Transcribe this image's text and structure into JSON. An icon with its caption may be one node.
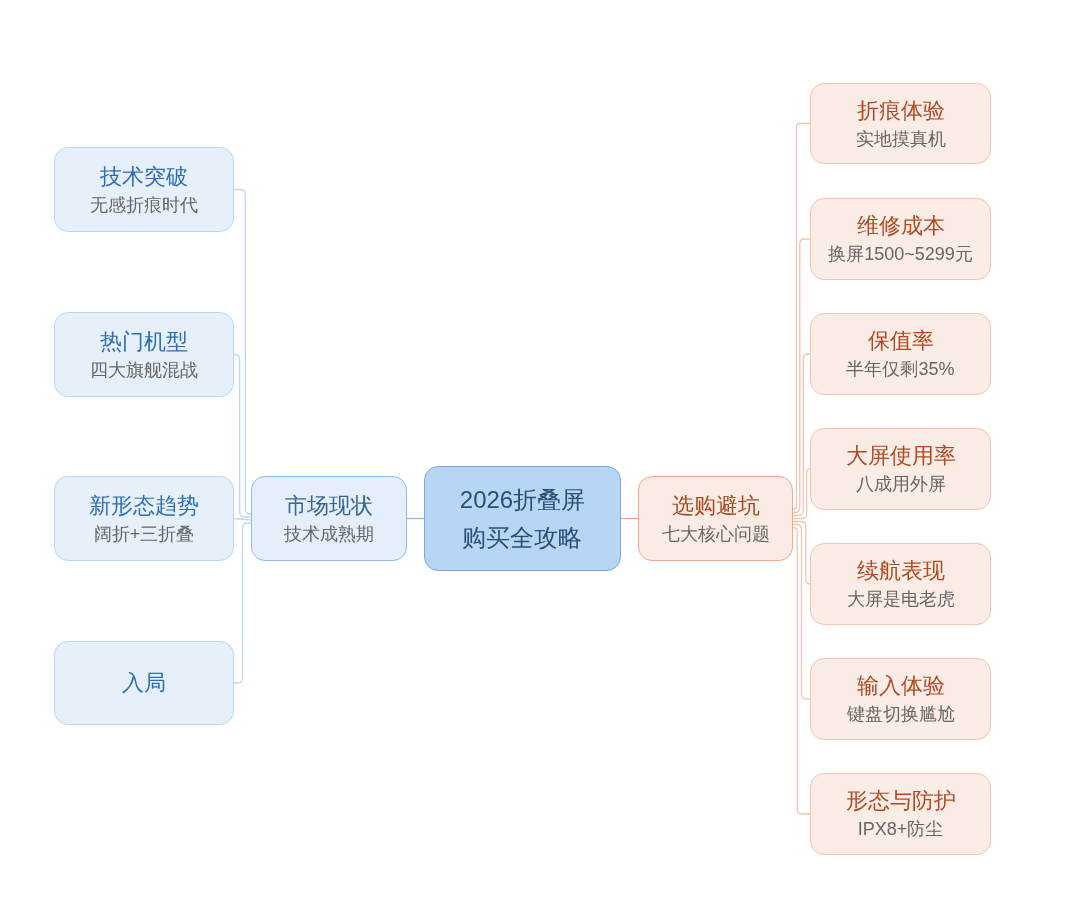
{
  "diagram": {
    "nodes": [
      {
        "text": [
          "2026折叠屏购买全攻略"
        ]
      },
      {
        "text": [
          "市场现状",
          "技术成熟期"
        ]
      },
      {
        "text": [
          "技术突破",
          "无感折痕时代"
        ]
      },
      {
        "text": [
          "热门机型",
          "四大旗舰混战"
        ]
      },
      {
        "text": [
          "新形态趋势",
          "阔折+三折叠"
        ]
      },
      {
        "text": [
          "入局"
        ]
      },
      {
        "text": [
          "选购避坑",
          "七大核心问题"
        ]
      },
      {
        "text": [
          "折痕体验",
          "实地摸真机"
        ]
      },
      {
        "text": [
          "维修成本",
          "换屏1500~5299元"
        ]
      },
      {
        "text": [
          "保值率",
          "半年仅剩35%"
        ]
      },
      {
        "text": [
          "大屏使用率",
          "八成用外屏"
        ]
      },
      {
        "text": [
          "续航表现",
          "大屏是电老虎"
        ]
      },
      {
        "text": [
          "输入体验",
          "键盘切换尴尬"
        ]
      },
      {
        "text": [
          "形态与防护",
          "IPX8+防尘"
        ]
      }
    ],
    "edges": [
      {
        "from": 0,
        "to": 1,
        "arrow": "none",
        "color": "#8fbbe9"
      },
      {
        "from": 1,
        "to": 2,
        "arrow": "none",
        "color": "#bcd8f4"
      },
      {
        "from": 1,
        "to": 3,
        "arrow": "none",
        "color": "#bcd8f4"
      },
      {
        "from": 1,
        "to": 4,
        "arrow": "none",
        "color": "#bcd8f4"
      },
      {
        "from": 1,
        "to": 5,
        "arrow": "none",
        "color": "#bcd8f4"
      },
      {
        "from": 0,
        "to": 6,
        "arrow": "none",
        "color": "#f0a487"
      },
      {
        "from": 6,
        "to": 7,
        "arrow": "none"
      },
      {
        "from": 6,
        "to": 8,
        "arrow": "none"
      },
      {
        "from": 6,
        "to": 9,
        "arrow": "none"
      },
      {
        "from": 6,
        "to": 10,
        "arrow": "none"
      },
      {
        "from": 6,
        "to": 11,
        "arrow": "none"
      },
      {
        "from": 6,
        "to": 12,
        "arrow": "none"
      },
      {
        "from": 6,
        "to": 13,
        "arrow": "none"
      }
    ]
  }
}
